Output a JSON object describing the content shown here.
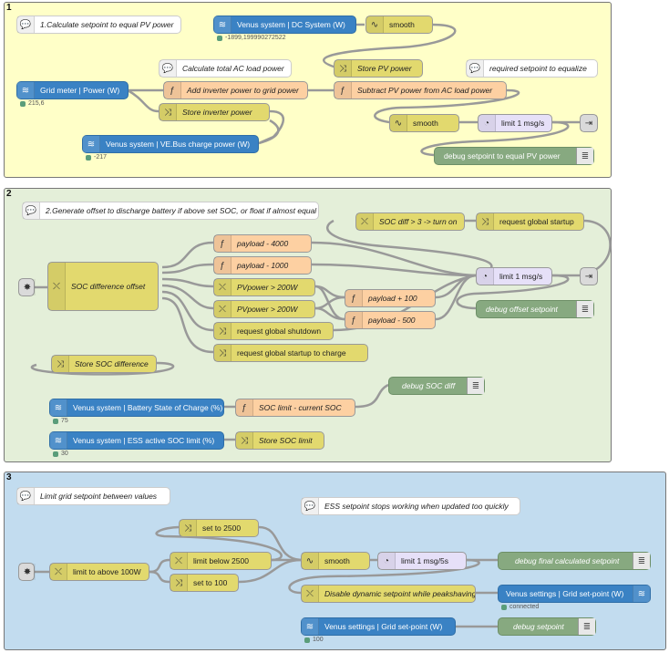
{
  "groups": [
    {
      "id": "g1",
      "label": "1",
      "color": "#ffffc8"
    },
    {
      "id": "g2",
      "label": "2",
      "color": "#e4efd9"
    },
    {
      "id": "g3",
      "label": "3",
      "color": "#c2dcef"
    }
  ],
  "nodes": {
    "c1": {
      "label": "1.Calculate setpoint to equal PV power",
      "icon": "comment-icon"
    },
    "venusDC": {
      "label": "Venus system | DC System (W)",
      "icon": "wave-icon",
      "status": "-1899,199990272522"
    },
    "smooth1": {
      "label": "smooth",
      "icon": "smooth-icon"
    },
    "c2": {
      "label": "Calculate total AC load power",
      "icon": "comment-icon"
    },
    "storePV": {
      "label": "Store PV power",
      "icon": "change-icon"
    },
    "c3": {
      "label": "required setpoint to equalize",
      "icon": "comment-icon"
    },
    "gridmeter": {
      "label": "Grid meter | Power (W)",
      "icon": "wave-icon",
      "status": "215,6"
    },
    "addInv": {
      "label": "Add inverter power to grid power",
      "icon": "function-icon"
    },
    "subPV": {
      "label": "Subtract PV power from AC load power",
      "icon": "function-icon"
    },
    "storeInv": {
      "label": "Store inverter power",
      "icon": "change-icon"
    },
    "smooth2": {
      "label": "smooth",
      "icon": "smooth-icon"
    },
    "limit1": {
      "label": "limit 1 msg/s",
      "icon": "delay-icon"
    },
    "venusVE": {
      "label": "Venus system | VE.Bus charge power (W)",
      "icon": "wave-icon",
      "status": "-217"
    },
    "debug1": {
      "label": "debug setpoint to equal PV power",
      "icon": "debug-icon"
    },
    "c4": {
      "label": "2.Generate offset to discharge battery if above set SOC, or float if almost equal",
      "icon": "comment-icon"
    },
    "socdiff3": {
      "label": "SOC diff > 3 -> turn on",
      "icon": "switch-icon"
    },
    "reqStartup": {
      "label": "request global startup",
      "icon": "change-icon"
    },
    "payload4000": {
      "label": "payload - 4000",
      "icon": "function-icon"
    },
    "payload1000": {
      "label": "payload - 1000",
      "icon": "function-icon"
    },
    "socOffset": {
      "label": "SOC difference offset",
      "icon": "switch-icon"
    },
    "limit2": {
      "label": "limit 1 msg/s",
      "icon": "delay-icon"
    },
    "pv200a": {
      "label": "PVpower > 200W",
      "icon": "switch-icon"
    },
    "payload100": {
      "label": "payload + 100",
      "icon": "function-icon"
    },
    "debugOffset": {
      "label": "debug offset setpoint",
      "icon": "debug-icon"
    },
    "pv200b": {
      "label": "PVpower > 200W",
      "icon": "switch-icon"
    },
    "payload500": {
      "label": "payload - 500",
      "icon": "function-icon"
    },
    "reqShutdown": {
      "label": "request global shutdown",
      "icon": "change-icon"
    },
    "reqStartupCharge": {
      "label": "request global startup to charge",
      "icon": "change-icon"
    },
    "storeSOCdiff": {
      "label": "Store SOC difference",
      "icon": "change-icon"
    },
    "debugSOC": {
      "label": "debug SOC diff",
      "icon": "debug-icon"
    },
    "venusBatt": {
      "label": "Venus system | Battery State of Charge (%)",
      "icon": "wave-icon",
      "status": "75"
    },
    "socLimit": {
      "label": "SOC limit - current SOC",
      "icon": "function-icon"
    },
    "venusESS": {
      "label": "Venus system | ESS active SOC limit (%)",
      "icon": "wave-icon",
      "status": "30"
    },
    "storeSOClimit": {
      "label": "Store SOC limit",
      "icon": "change-icon"
    },
    "c5": {
      "label": "Limit grid setpoint between values",
      "icon": "comment-icon"
    },
    "c6": {
      "label": "ESS setpoint stops working when updated too quickly",
      "icon": "comment-icon"
    },
    "set2500": {
      "label": "set to 2500",
      "icon": "change-icon"
    },
    "limitAbove": {
      "label": "limit to above 100W",
      "icon": "switch-icon"
    },
    "limitBelow": {
      "label": "limit below 2500",
      "icon": "switch-icon"
    },
    "smooth3": {
      "label": "smooth",
      "icon": "smooth-icon"
    },
    "limit3": {
      "label": "limit 1 msg/5s",
      "icon": "delay-icon"
    },
    "debugFinal": {
      "label": "debug final calculated setpoint",
      "icon": "debug-icon"
    },
    "set100": {
      "label": "set to 100",
      "icon": "change-icon"
    },
    "disableDyn": {
      "label": "Disable dynamic setpoint while peakshaving",
      "icon": "switch-icon"
    },
    "venusSetOut": {
      "label": "Venus settings | Grid set-point (W)",
      "icon": "wave-icon",
      "status": "connected"
    },
    "venusSetIn": {
      "label": "Venus settings | Grid set-point (W)",
      "icon": "wave-icon",
      "status": "100"
    },
    "debugSetpoint": {
      "label": "debug setpoint",
      "icon": "debug-icon"
    }
  }
}
